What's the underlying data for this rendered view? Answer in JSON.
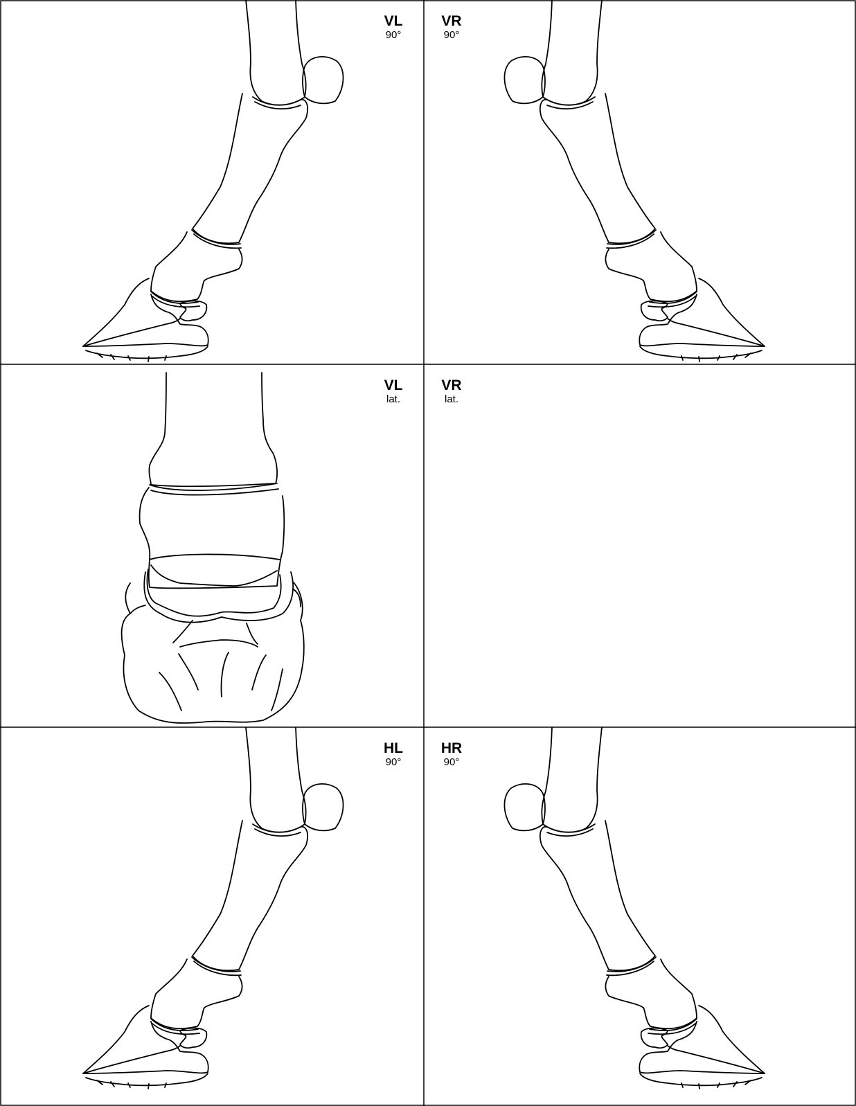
{
  "sheet": {
    "panels": [
      {
        "id": "vl-90",
        "view": "VL",
        "angle": "90°",
        "projection": "lateral",
        "side": "left"
      },
      {
        "id": "vr-90",
        "view": "VR",
        "angle": "90°",
        "projection": "lateral",
        "side": "right"
      },
      {
        "id": "vl-lat",
        "view": "VL",
        "angle": "lat.",
        "projection": "front",
        "side": "left"
      },
      {
        "id": "vr-lat",
        "view": "VR",
        "angle": "lat.",
        "projection": "front",
        "side": "right"
      },
      {
        "id": "hl-90",
        "view": "HL",
        "angle": "90°",
        "projection": "lateral",
        "side": "left"
      },
      {
        "id": "hr-90",
        "view": "HR",
        "angle": "90°",
        "projection": "lateral",
        "side": "right"
      }
    ]
  }
}
